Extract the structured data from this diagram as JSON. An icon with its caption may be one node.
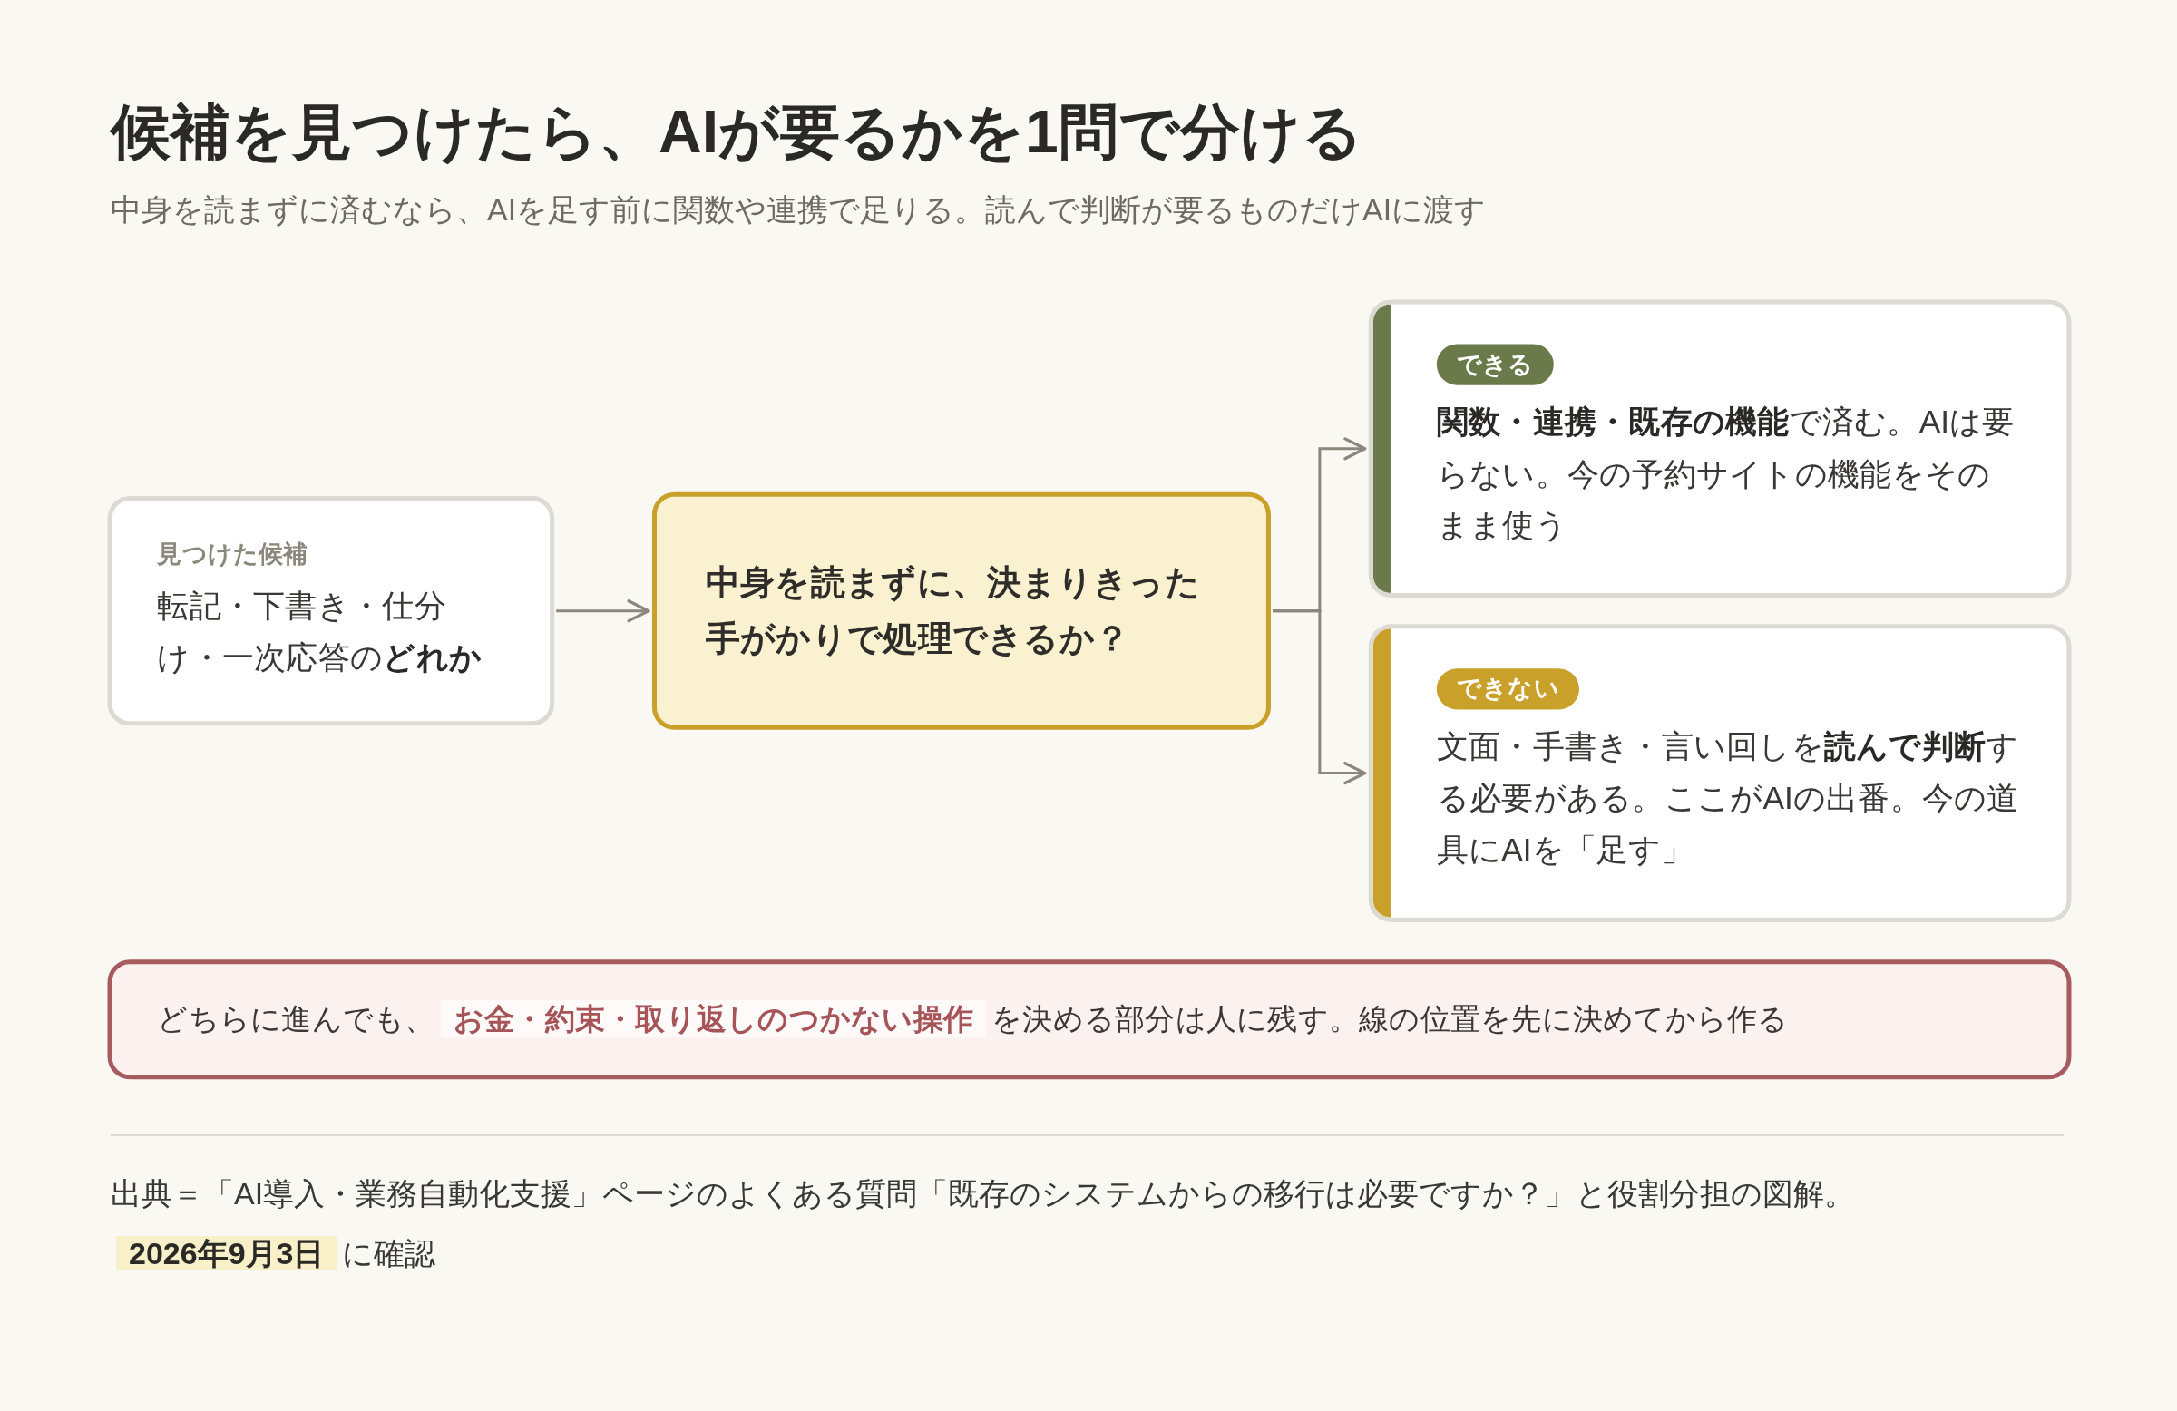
{
  "diagram": {
    "title": "候補を見つけたら、AIが要るかを1問で分ける",
    "nodes": [
      {
        "text": [
          "見つけた候補",
          "転記・下書き・仕分け・一次応答の**どれか**"
        ]
      },
      {
        "text": [
          "中身を読まずに、決まりきった手がかりで処理できるか？"
        ]
      },
      {
        "text": [
          "できる",
          "**関数・連携・既存の機能**で済む。AIは要らない。今の予約サイトの機能をそのまま使う"
        ]
      },
      {
        "text": [
          "できない",
          "文面・手書き・言い回しを**読んで判断**する必要がある。ここがAIの出番。今の道具にAIを「足す」"
        ]
      },
      {
        "text": [
          "どちらに進んでも、**お金・約束・取り返しのつかない操作**を決める部分は人に残す。線の位置を先に決めてから作る"
        ]
      }
    ],
    "edges": [
      {
        "from": 0,
        "to": 1,
        "arrow": "to"
      },
      {
        "from": 1,
        "to": 2,
        "arrow": "to"
      },
      {
        "from": 1,
        "to": 3,
        "arrow": "to"
      }
    ],
    "labels": [
      "中身を読まずに済むなら、AIを足す前に関数や連携で足りる。読んで判断が要るものだけAIに渡す"
    ],
    "caption": "出典＝「AI導入・業務自動化支援」ページのよくある質問「既存のシステムからの移行は必要ですか？」と役割分担の図解。**2026年9月3日**に確認"
  }
}
